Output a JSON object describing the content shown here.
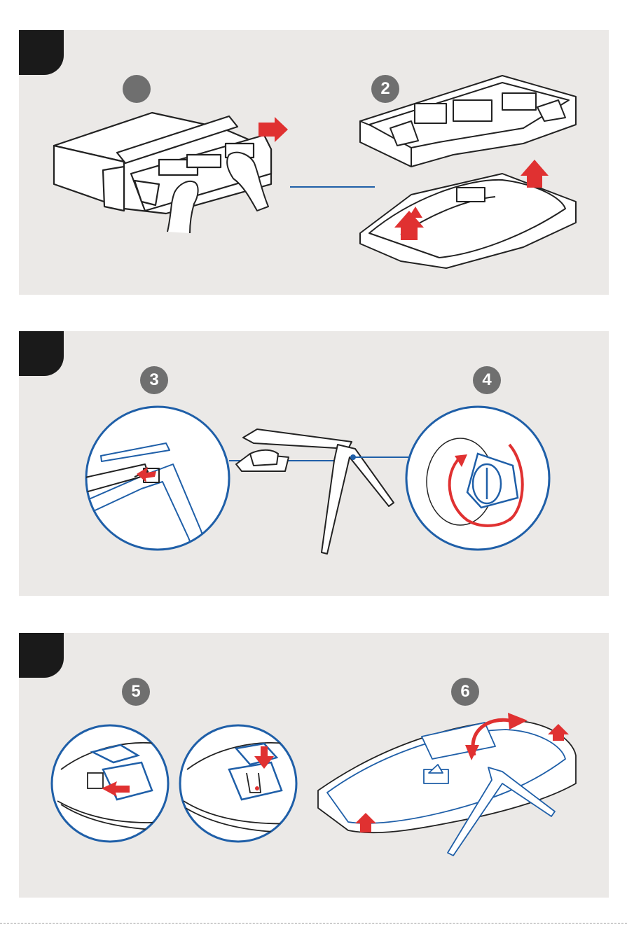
{
  "steps": [
    {
      "label": ""
    },
    {
      "label": "2"
    },
    {
      "label": "3"
    },
    {
      "label": "4"
    },
    {
      "label": "5"
    },
    {
      "label": "6"
    }
  ],
  "colors": {
    "panel_bg": "#ebe9e7",
    "corner": "#1a1a1a",
    "badge": "#6f6f6f",
    "accent_red": "#e03131",
    "accent_blue": "#1f5fa8",
    "line": "#222222"
  }
}
